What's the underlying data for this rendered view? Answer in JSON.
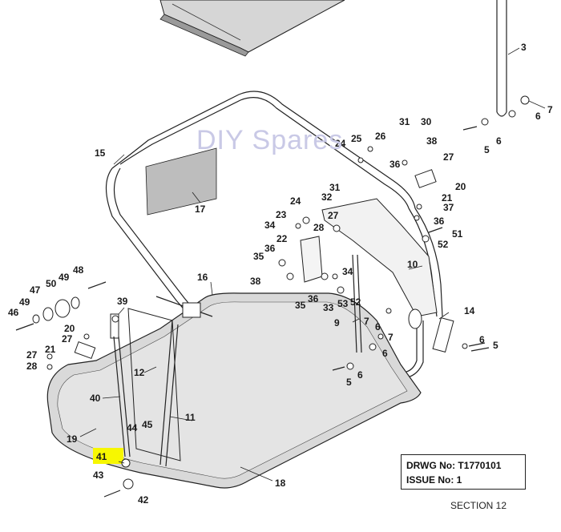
{
  "watermark": "DIY Spares",
  "title_block": {
    "drawing_number": "DRWG No: T1770101",
    "issue_number": "ISSUE No: 1"
  },
  "section_label": "SECTION 12",
  "highlight_color": "#f7f700",
  "callouts": [
    {
      "id": "c3",
      "text": "3"
    },
    {
      "id": "c7a",
      "text": "7"
    },
    {
      "id": "c6a",
      "text": "6"
    },
    {
      "id": "c6b",
      "text": "6"
    },
    {
      "id": "c5a",
      "text": "5"
    },
    {
      "id": "c15",
      "text": "15"
    },
    {
      "id": "c17",
      "text": "17"
    },
    {
      "id": "c25",
      "text": "25"
    },
    {
      "id": "c24a",
      "text": "24"
    },
    {
      "id": "c26",
      "text": "26"
    },
    {
      "id": "c31a",
      "text": "31"
    },
    {
      "id": "c30",
      "text": "30"
    },
    {
      "id": "c38a",
      "text": "38"
    },
    {
      "id": "c36a",
      "text": "36"
    },
    {
      "id": "c27a",
      "text": "27"
    },
    {
      "id": "c20a",
      "text": "20"
    },
    {
      "id": "c21a",
      "text": "21"
    },
    {
      "id": "c31b",
      "text": "31"
    },
    {
      "id": "c32",
      "text": "32"
    },
    {
      "id": "c24b",
      "text": "24"
    },
    {
      "id": "c23",
      "text": "23"
    },
    {
      "id": "c27b",
      "text": "27"
    },
    {
      "id": "c37",
      "text": "37"
    },
    {
      "id": "c36b",
      "text": "36"
    },
    {
      "id": "c51",
      "text": "51"
    },
    {
      "id": "c52a",
      "text": "52"
    },
    {
      "id": "c34a",
      "text": "34"
    },
    {
      "id": "c28a",
      "text": "28"
    },
    {
      "id": "c22",
      "text": "22"
    },
    {
      "id": "c36c",
      "text": "36"
    },
    {
      "id": "c35a",
      "text": "35"
    },
    {
      "id": "c10",
      "text": "10"
    },
    {
      "id": "c38b",
      "text": "38"
    },
    {
      "id": "c34b",
      "text": "34"
    },
    {
      "id": "c36d",
      "text": "36"
    },
    {
      "id": "c35b",
      "text": "35"
    },
    {
      "id": "c33",
      "text": "33"
    },
    {
      "id": "c53",
      "text": "53"
    },
    {
      "id": "c52b",
      "text": "52"
    },
    {
      "id": "c16",
      "text": "16"
    },
    {
      "id": "c48",
      "text": "48"
    },
    {
      "id": "c47",
      "text": "47"
    },
    {
      "id": "c50",
      "text": "50"
    },
    {
      "id": "c49a",
      "text": "49"
    },
    {
      "id": "c49b",
      "text": "49"
    },
    {
      "id": "c46",
      "text": "46"
    },
    {
      "id": "c39",
      "text": "39"
    },
    {
      "id": "c14",
      "text": "14"
    },
    {
      "id": "c9",
      "text": "9"
    },
    {
      "id": "c7b",
      "text": "7"
    },
    {
      "id": "c6c",
      "text": "6"
    },
    {
      "id": "c7c",
      "text": "7"
    },
    {
      "id": "c6d",
      "text": "6"
    },
    {
      "id": "c6e",
      "text": "6"
    },
    {
      "id": "c5b",
      "text": "5"
    },
    {
      "id": "c6f",
      "text": "6"
    },
    {
      "id": "c5c",
      "text": "5"
    },
    {
      "id": "c20b",
      "text": "20"
    },
    {
      "id": "c27c",
      "text": "27"
    },
    {
      "id": "c21b",
      "text": "21"
    },
    {
      "id": "c27d",
      "text": "27"
    },
    {
      "id": "c28b",
      "text": "28"
    },
    {
      "id": "c12",
      "text": "12"
    },
    {
      "id": "c40",
      "text": "40"
    },
    {
      "id": "c11",
      "text": "11"
    },
    {
      "id": "c19",
      "text": "19"
    },
    {
      "id": "c44",
      "text": "44"
    },
    {
      "id": "c45",
      "text": "45"
    },
    {
      "id": "c41",
      "text": "41"
    },
    {
      "id": "c43",
      "text": "43"
    },
    {
      "id": "c42",
      "text": "42"
    },
    {
      "id": "c18",
      "text": "18"
    }
  ]
}
